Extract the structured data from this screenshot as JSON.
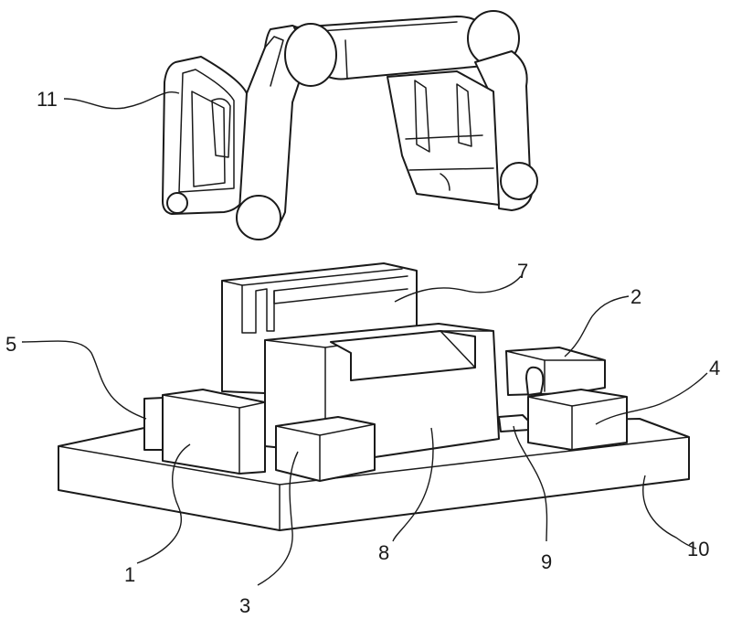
{
  "labels": {
    "l1": "1",
    "l2": "2",
    "l3": "3",
    "l4": "4",
    "l5": "5",
    "l7": "7",
    "l8": "8",
    "l9": "9",
    "l10": "10",
    "l11": "11"
  }
}
